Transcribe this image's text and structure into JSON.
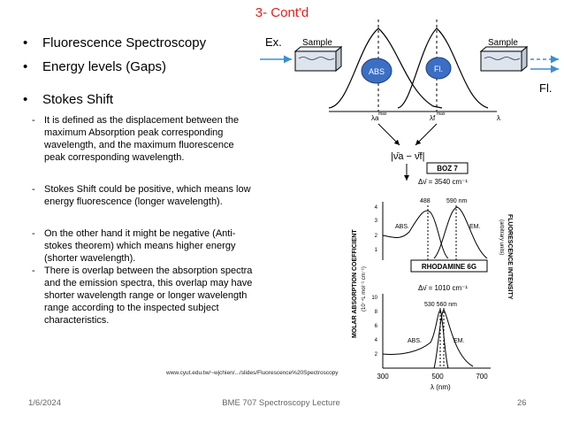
{
  "slide": {
    "title": "3- Cont'd",
    "bullets": [
      "Fluorescence Spectroscopy",
      "Energy levels (Gaps)",
      "Stokes Shift"
    ],
    "points": [
      "It is defined as the displacement between the maximum  Absorption peak corresponding wavelength, and the maximum fluorescence peak corresponding wavelength.",
      "Stokes Shift could be positive, which means low energy fluorescence  (longer wavelength).",
      "On the other hand it might be negative (Anti-stokes theorem) which means higher energy (shorter wavelength).",
      "There is overlap between the  absorption spectra and the emission spectra, this overlap may have shorter wavelength range or longer wavelength range according to the inspected subject characteristics."
    ],
    "source": "www.cyut.edu.tw/~wjchien/.../slides/Fluorescence%20Spectroscopy",
    "footer_date": "1/6/2024",
    "footer_center": "BME 707 Spectroscopy Lecture",
    "page_number": "26"
  },
  "top_diagram": {
    "ex_label": "Ex.",
    "fl_label": "Fl.",
    "sample_left": "Sample",
    "sample_right": "Sample",
    "abs_badge": "ABS",
    "fl_badge": "Fl.",
    "lambda_a": "λa",
    "lambda_max_a": "max",
    "lambda_f": "λf",
    "lambda_max_f": "max",
    "lambda_axis": "λ",
    "shift_label": "|ν̄a − ν̄f|",
    "badge_color": "#3b6fc4",
    "arrow_color": "#3b8fd0"
  },
  "spectra_figure": {
    "panel1": {
      "title": "BOZ 7",
      "shift": "Δν̄ = 3540 cm⁻¹",
      "peak1": "488",
      "peak2": "590 nm",
      "abs": "ABS.",
      "em": "EM.",
      "ticks": [
        "1",
        "2",
        "3",
        "4"
      ]
    },
    "panel2": {
      "title": "RHODAMINE 6G",
      "shift": "Δν̄ = 1010 cm⁻¹",
      "peaks": "530  560 nm",
      "abs": "ABS.",
      "em": "EM.",
      "ticks": [
        "2",
        "4",
        "6",
        "8",
        "10"
      ]
    },
    "y_left": "MOLAR ABSORPTION COEFFICIENT",
    "y_left_unit": "(10⁻⁴L mol⁻¹ cm⁻¹)",
    "y_right": "FLUORESCENCE INTENSITY",
    "y_right_unit": "(arbitrary units)",
    "x_ticks": [
      "300",
      "500",
      "700"
    ],
    "x_label": "λ (nm)"
  }
}
